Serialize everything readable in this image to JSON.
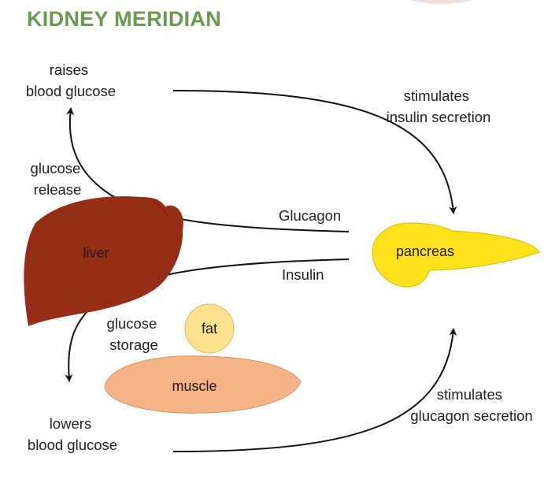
{
  "title": "KIDNEY MERIDIAN",
  "labels": {
    "raises": [
      "raises",
      "blood glucose"
    ],
    "lowers": [
      "lowers",
      "blood glucose"
    ],
    "glucose_release": [
      "glucose",
      "release"
    ],
    "glucose_storage": [
      "glucose",
      "storage"
    ],
    "stim_insulin": [
      "stimulates",
      "insulin secretion"
    ],
    "stim_glucagon": [
      "stimulates",
      "glucagon secretion"
    ],
    "glucagon": "Glucagon",
    "insulin": "Insulin"
  },
  "organs": {
    "liver": "liver",
    "pancreas": "pancreas",
    "fat": "fat",
    "muscle": "muscle"
  },
  "colors": {
    "title": "#6a9a4e",
    "liver": "#962d17",
    "pancreas": "#ffe21a",
    "fat": "#ffe08f",
    "muscle": "#f5b386"
  }
}
